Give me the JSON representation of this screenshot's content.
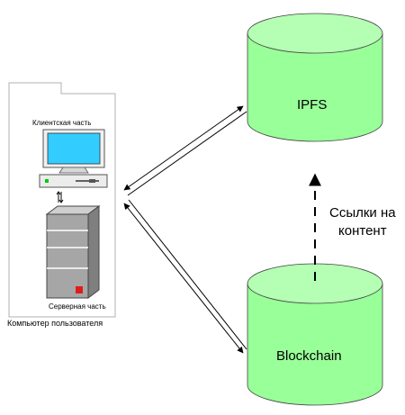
{
  "user_computer": {
    "title": "Компьютер пользователя",
    "client_label": "Клиентская часть",
    "server_label": "Серверная часть"
  },
  "storage": {
    "ipfs_label": "IPFS",
    "blockchain_label": "Blockchain"
  },
  "relation": {
    "links_label_line1": "Ссылки на",
    "links_label_line2": "контент"
  },
  "colors": {
    "cylinder_fill": "#99ff99",
    "cylinder_top": "#b4ffb4",
    "monitor_screen": "#33ccff",
    "server_body": "#a6a6a6",
    "power_light": "#e01b1b",
    "status_led": "#00cc00"
  }
}
